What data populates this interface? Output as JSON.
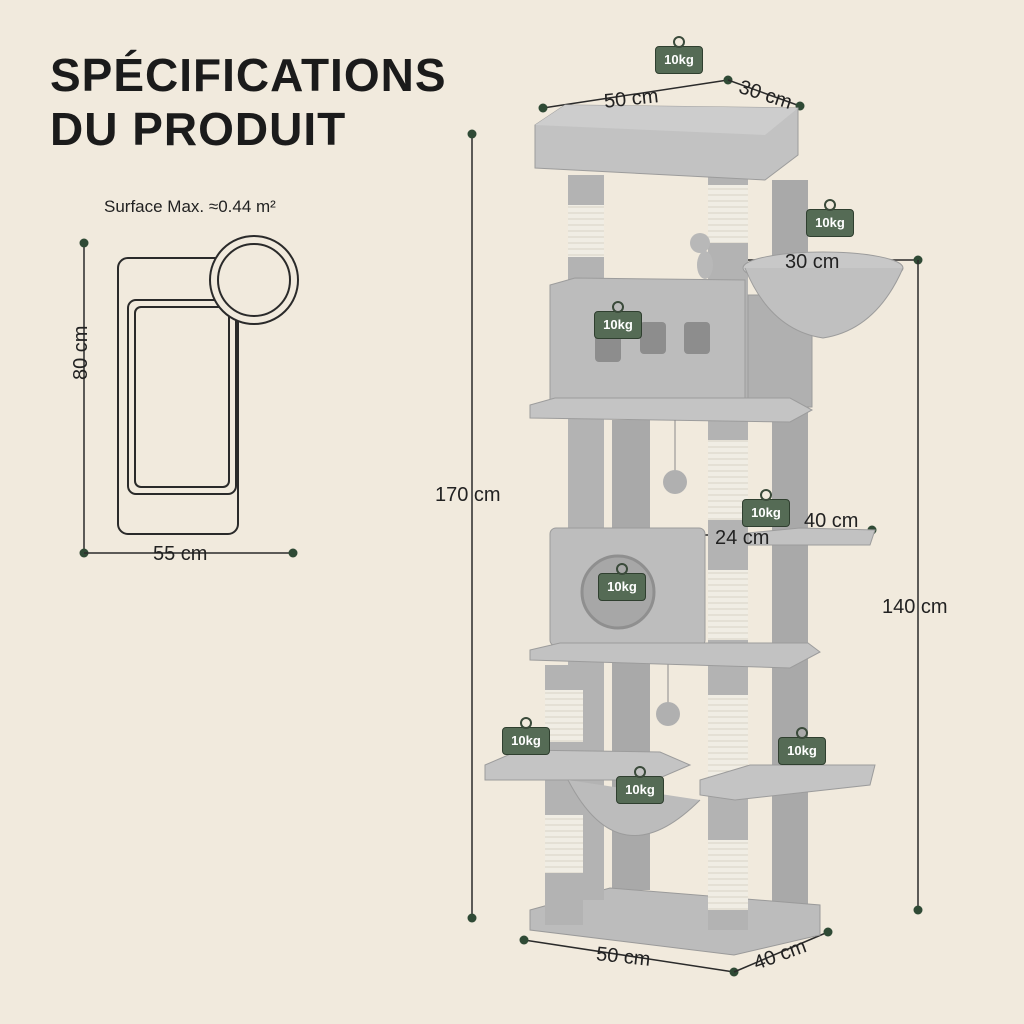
{
  "title": {
    "line1": "SPÉCIFICATIONS",
    "line2": "DU PRODUIT"
  },
  "surface_label": "Surface Max. ≈0.44 m²",
  "footprint": {
    "height": "80 cm",
    "width": "55 cm"
  },
  "dims": {
    "top_width": "50 cm",
    "top_depth": "30 cm",
    "basket_width": "30 cm",
    "shelf_width": "40 cm",
    "shelf_depth": "24 cm",
    "total_height": "170 cm",
    "post_height": "140 cm",
    "base_width": "50 cm",
    "base_depth": "40 cm"
  },
  "weight_label": "10kg",
  "colors": {
    "background": "#f1eadd",
    "plush": "#b9b9b9",
    "sisal": "#efece3",
    "badge": "#556b55",
    "dim_line": "#2b2b2b"
  }
}
